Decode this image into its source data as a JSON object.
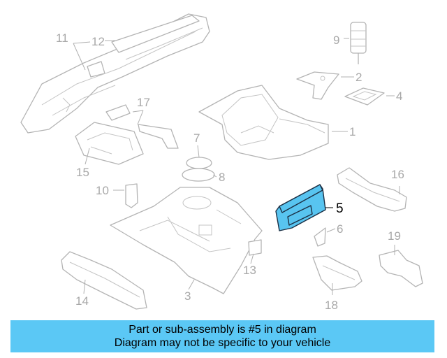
{
  "diagram": {
    "highlighted_part": "5",
    "callouts": {
      "c1": "1",
      "c2": "2",
      "c3": "3",
      "c4": "4",
      "c5": "5",
      "c6": "6",
      "c7": "7",
      "c8": "8",
      "c9": "9",
      "c10": "10",
      "c11": "11",
      "c12": "12",
      "c13": "13",
      "c14": "14",
      "c15": "15",
      "c16": "16",
      "c17": "17",
      "c18": "18",
      "c19": "19"
    }
  },
  "footer": {
    "line1": "Part or sub-assembly is #5 in diagram",
    "line2": "Diagram may not be specific to your vehicle"
  },
  "colors": {
    "highlight_fill": "#58c4f0",
    "footer_background": "#5bc8f5",
    "part_outline": "#b4b4b4",
    "callout_text": "#a8a8a8"
  }
}
